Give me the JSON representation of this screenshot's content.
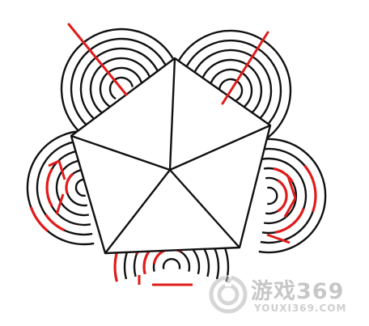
{
  "colors": {
    "line": "#111111",
    "highlight": "#e01b1b",
    "watermark": "#9a9a9a",
    "background": "#ffffff"
  },
  "puzzle": {
    "shape": "pentagon-with-ring-segments",
    "pieces": 5,
    "ring_groups": 5,
    "red_marks": 5
  },
  "watermark": {
    "title": "游戏369",
    "url": "YOUXI369.COM",
    "icon": "youxi369-logo-icon"
  }
}
